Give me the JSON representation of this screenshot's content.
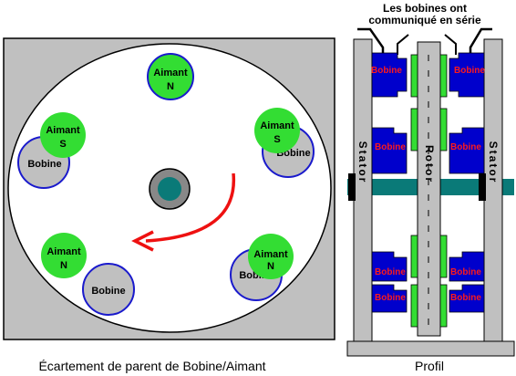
{
  "front_view": {
    "caption": "Écartement de parent de Bobine/Aimant",
    "magnet_label_top": "Aimant",
    "pole_n": "N",
    "pole_s": "S",
    "coil_label": "Bobine",
    "colors": {
      "frame": "#c0c0c0",
      "disc": "#ffffff",
      "magnet": "#33dd33",
      "coil_ring": "#1a1acc",
      "coil_fill": "#c0c0c0",
      "shaft": "#0a7a78",
      "arrow": "#ee1111"
    }
  },
  "profile_view": {
    "caption": "Profil",
    "series_note_line1": "Les bobines ont",
    "series_note_line2": "communiqué en série",
    "coil_label": "Bobine",
    "stator_label": "Stator",
    "rotor_label": "Rotor",
    "colors": {
      "stator": "#c0c0c0",
      "coil": "#0000cc",
      "coil_text": "#ff1a1a",
      "magnet": "#33dd33",
      "shaft": "#0a7a78"
    }
  }
}
